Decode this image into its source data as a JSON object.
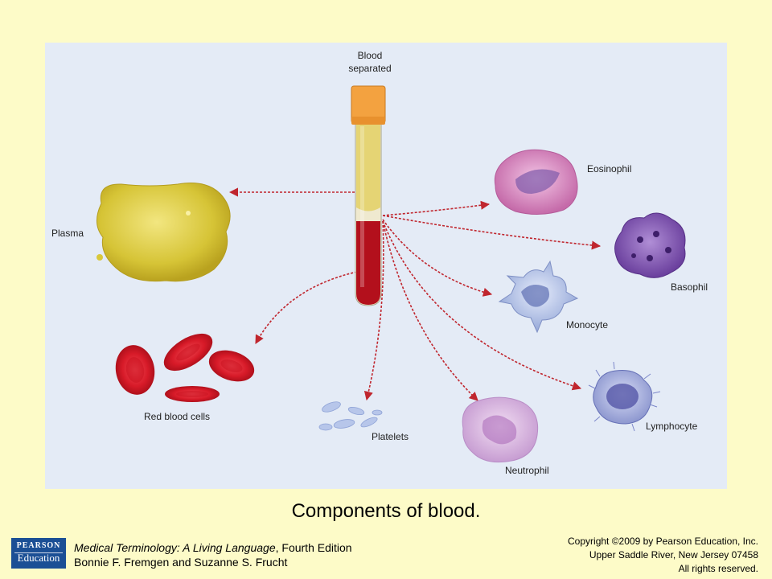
{
  "labels": {
    "blood_separated": [
      "Blood",
      "separated"
    ],
    "plasma": "Plasma",
    "red_blood_cells": "Red blood cells",
    "platelets": "Platelets",
    "neutrophil": "Neutrophil",
    "lymphocyte": "Lymphocyte",
    "monocyte": "Monocyte",
    "basophil": "Basophil",
    "eosinophil": "Eosinophil"
  },
  "caption": "Components of blood.",
  "footer": {
    "logo_top": "PEARSON",
    "logo_bottom": "Education",
    "book_title": "Medical Terminology: A Living Language",
    "book_edition": ", Fourth Edition",
    "authors": "Bonnie F. Fremgen and Suzanne S. Frucht",
    "copyright": [
      "Copyright ©2009 by Pearson Education, Inc.",
      "Upper Saddle River, New Jersey 07458",
      "All rights reserved."
    ]
  },
  "colors": {
    "background": "#fdfbc8",
    "panel": "#e4ebf6",
    "arrow": "#c0262e",
    "plasma": "#d9c83a",
    "blood": "#b3101c",
    "cap": "#f3a240",
    "logo": "#1b4f95"
  }
}
